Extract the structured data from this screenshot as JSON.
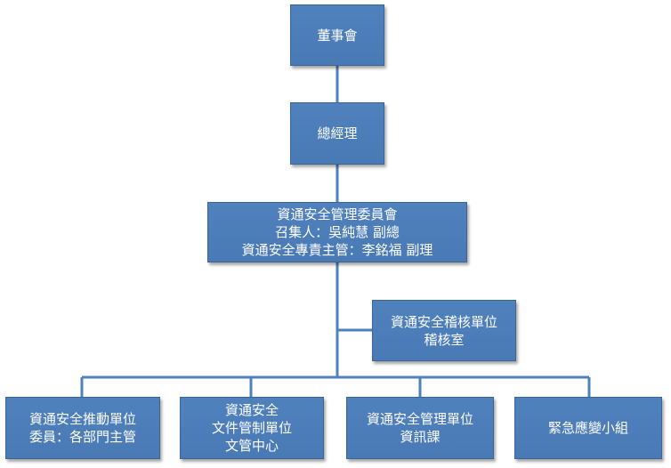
{
  "nodes": {
    "board": {
      "lines": [
        "董事會"
      ]
    },
    "gm": {
      "lines": [
        "總經理"
      ]
    },
    "committee": {
      "lines": [
        "資通安全管理委員會",
        "召集人：吳純慧 副總",
        "資通安全專責主管：李銘福 副理"
      ]
    },
    "audit": {
      "lines": [
        "資通安全稽核單位",
        "稽核室"
      ]
    },
    "promotion": {
      "lines": [
        "資通安全推動單位",
        "委員：各部門主管"
      ]
    },
    "document": {
      "lines": [
        "資通安全",
        "文件管制單位",
        "文管中心"
      ]
    },
    "management": {
      "lines": [
        "資通安全管理單位",
        "資訊課"
      ]
    },
    "emergency": {
      "lines": [
        "緊急應變小組"
      ]
    }
  },
  "colors": {
    "box_fill": "#4f81bd",
    "box_border": "#3a6597",
    "connector": "#4f81bd",
    "text": "#ffffff"
  }
}
